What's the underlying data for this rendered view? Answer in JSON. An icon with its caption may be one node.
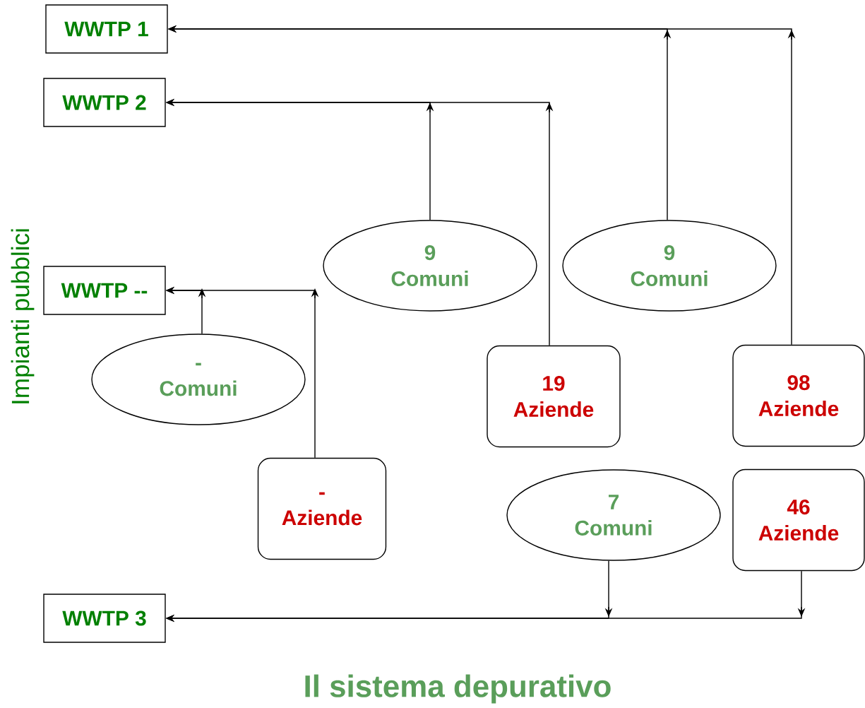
{
  "diagram": {
    "title": "Il sistema depurativo",
    "nodes": [
      {
        "text": [
          "WWTP 1"
        ]
      },
      {
        "text": [
          "WWTP 2"
        ]
      },
      {
        "text": [
          "WWTP --"
        ]
      },
      {
        "text": [
          "9 Comuni"
        ]
      },
      {
        "text": [
          "9 Comuni"
        ]
      },
      {
        "text": [
          "- Comuni"
        ]
      },
      {
        "text": [
          "19 Aziende"
        ]
      },
      {
        "text": [
          "98 Aziende"
        ]
      },
      {
        "text": [
          "- Aziende"
        ]
      },
      {
        "text": [
          "7 Comuni"
        ]
      },
      {
        "text": [
          "46 Aziende"
        ]
      },
      {
        "text": [
          "WWTP 3"
        ]
      }
    ],
    "edges": [
      {
        "from": 3,
        "to": 1,
        "arrow": "to"
      },
      {
        "from": 6,
        "to": 1,
        "arrow": "to"
      },
      {
        "from": 4,
        "to": 0,
        "arrow": "to"
      },
      {
        "from": 7,
        "to": 0,
        "arrow": "to"
      },
      {
        "from": 5,
        "to": 2,
        "arrow": "to"
      },
      {
        "from": 8,
        "to": 2,
        "arrow": "to"
      },
      {
        "from": 9,
        "to": 11,
        "arrow": "to"
      },
      {
        "from": 10,
        "to": 11,
        "arrow": "to"
      }
    ],
    "labels": [
      "Impianti pubblici"
    ]
  }
}
